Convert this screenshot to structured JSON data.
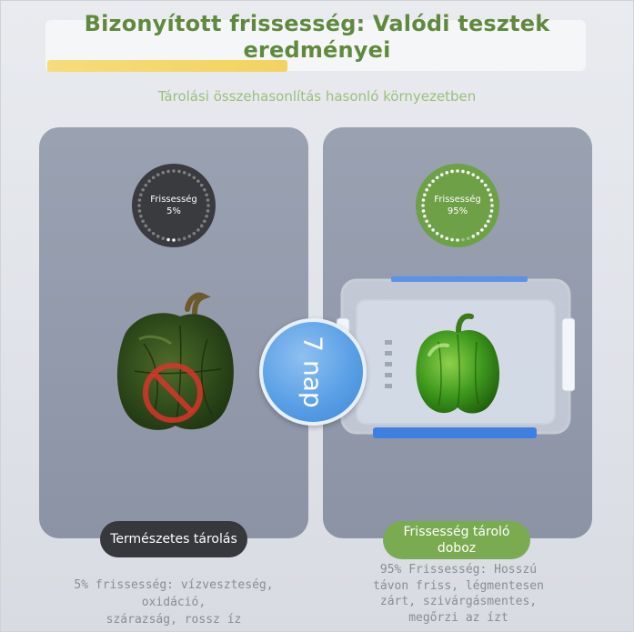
{
  "header": {
    "title_line1": "Bizonyított frissesség: Valódi tesztek",
    "title_line2": "eredményei",
    "subtitle": "Tárolási összehasonlítás hasonló környezetben"
  },
  "left": {
    "badge_label": "Frissesség",
    "badge_value": "5%",
    "freshness_fraction": 0.05,
    "storage_label": "Természetes tárolás",
    "description_line1": "5% frissesség: vízveszteség, oxidáció,",
    "description_line2": "szárazság, rossz íz"
  },
  "center": {
    "days_label": "7 nap"
  },
  "right": {
    "badge_label": "Frissesség",
    "badge_value": "95%",
    "freshness_fraction": 0.95,
    "storage_label": "Frissesség tároló doboz",
    "description_line1": "95% Frissesség: Hosszú",
    "description_line2": "távon friss, légmentesen",
    "description_line3": "zárt, szivárgásmentes,",
    "description_line4": "megőrzi az ízt"
  },
  "colors": {
    "title_green": "#5f8a3e",
    "subtitle_green": "#9bbf7f",
    "panel_gray": "#9aa2b2",
    "badge_dark": "#3a3b3f",
    "badge_green": "#6ea048",
    "day_blue": "#5aa0e6",
    "highlight_yellow": "#f3d35f"
  },
  "icons": {
    "prohibited": "prohibited-icon"
  }
}
